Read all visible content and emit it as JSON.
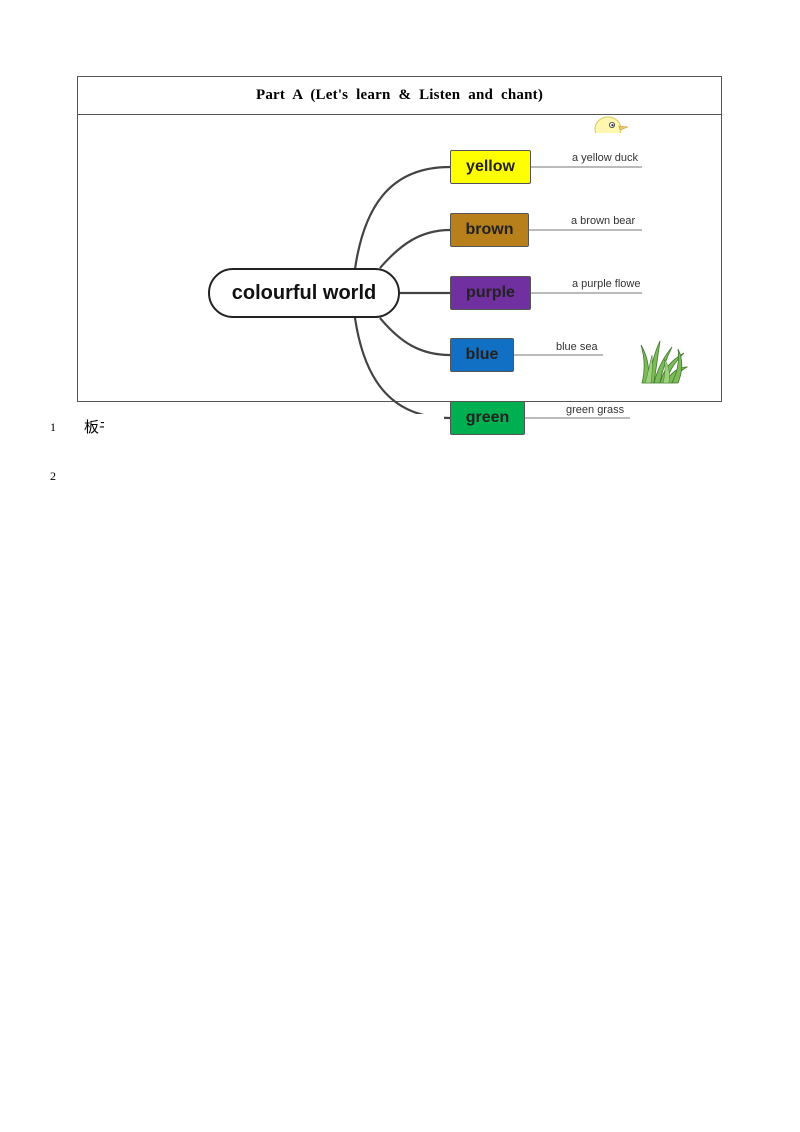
{
  "table": {
    "title": "Part  A  (Let's  learn  &  Listen  and  chant)"
  },
  "mindmap": {
    "center_label": "colourful world",
    "branches": [
      {
        "label": "yellow",
        "phrase": "a yellow duck",
        "color": "#ffff00"
      },
      {
        "label": "brown",
        "phrase": "a brown bear",
        "color": "#b8801b"
      },
      {
        "label": "purple",
        "phrase": "a purple flowe",
        "color": "#7030a0"
      },
      {
        "label": "blue",
        "phrase": "blue sea",
        "color": "#1170c4"
      },
      {
        "label": "green",
        "phrase": "green grass",
        "color": "#00b050"
      }
    ],
    "icons": [
      "duck-icon",
      "grass-icon"
    ]
  },
  "lines": [
    {
      "number": "1",
      "text": "板书"
    },
    {
      "number": "2",
      "text": ""
    }
  ]
}
